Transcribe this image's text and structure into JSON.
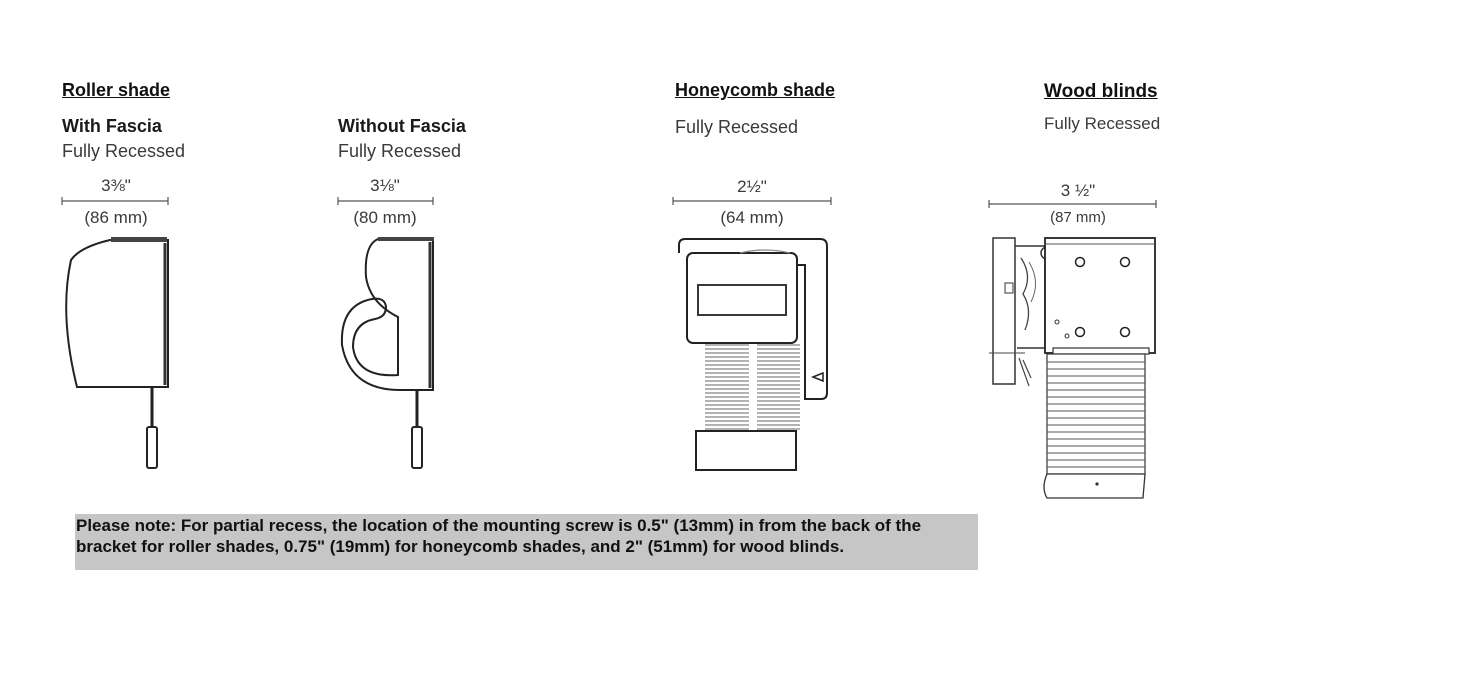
{
  "roller": {
    "category": "Roller shade",
    "fascia": {
      "title": "With Fascia",
      "mode": "Fully Recessed",
      "dim_in": "3⅜\"",
      "dim_mm": "(86 mm)"
    },
    "no_fascia": {
      "title": "Without Fascia",
      "mode": "Fully Recessed",
      "dim_in": "3⅛\"",
      "dim_mm": "(80 mm)"
    }
  },
  "honeycomb": {
    "category": "Honeycomb shade",
    "mode": "Fully Recessed",
    "dim_in": "2½\"",
    "dim_mm": "(64 mm)"
  },
  "wood": {
    "category": "Wood blinds",
    "mode": "Fully Recessed",
    "dim_in": "3 ½\"",
    "dim_mm": "(87 mm)"
  },
  "note": {
    "line1": "Please note: For partial recess, the location of the mounting screw is 0.5\" (13mm) in from the back of the",
    "line2": "bracket for roller shades, 0.75\" (19mm) for honeycomb shades, and 2\" (51mm) for wood blinds."
  }
}
